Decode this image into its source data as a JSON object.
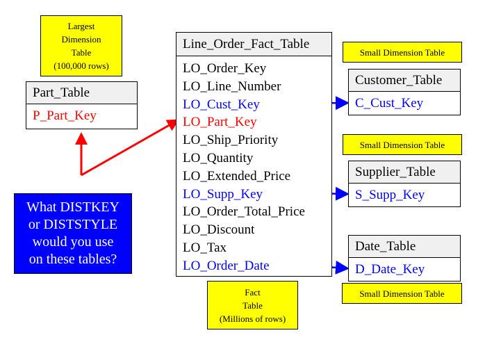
{
  "notes": {
    "largest": [
      "Largest",
      "Dimension",
      "Table",
      "(100,000 rows)"
    ],
    "fact": [
      "Fact",
      "Table",
      "(Millions  of  rows)"
    ],
    "small_dimension": "Small  Dimension  Table"
  },
  "part_table": {
    "title": "Part_Table",
    "rows": [
      {
        "text": "P_Part_Key",
        "color": "red"
      }
    ]
  },
  "fact_table": {
    "title": "Line_Order_Fact_Table",
    "rows": [
      {
        "text": "LO_Order_Key",
        "color": "black"
      },
      {
        "text": "LO_Line_Number",
        "color": "black"
      },
      {
        "text": "LO_Cust_Key",
        "color": "blue"
      },
      {
        "text": "LO_Part_Key",
        "color": "red"
      },
      {
        "text": "LO_Ship_Priority",
        "color": "black"
      },
      {
        "text": "LO_Quantity",
        "color": "black"
      },
      {
        "text": "LO_Extended_Price",
        "color": "black"
      },
      {
        "text": "LO_Supp_Key",
        "color": "blue"
      },
      {
        "text": "LO_Order_Total_Price",
        "color": "black"
      },
      {
        "text": "LO_Discount",
        "color": "black"
      },
      {
        "text": "LO_Tax",
        "color": "black"
      },
      {
        "text": "LO_Order_Date",
        "color": "blue"
      }
    ]
  },
  "customer_table": {
    "title": "Customer_Table",
    "key": "C_Cust_Key"
  },
  "supplier_table": {
    "title": "Supplier_Table",
    "key": "S_Supp_Key"
  },
  "date_table": {
    "title": "Date_Table",
    "key": "D_Date_Key"
  },
  "question": [
    "What DISTKEY",
    "or DISTSTYLE",
    "would you use",
    "on these tables?"
  ],
  "colors": {
    "red": "#ff0000",
    "blue": "#0000ff",
    "yellow": "#ffff00"
  }
}
